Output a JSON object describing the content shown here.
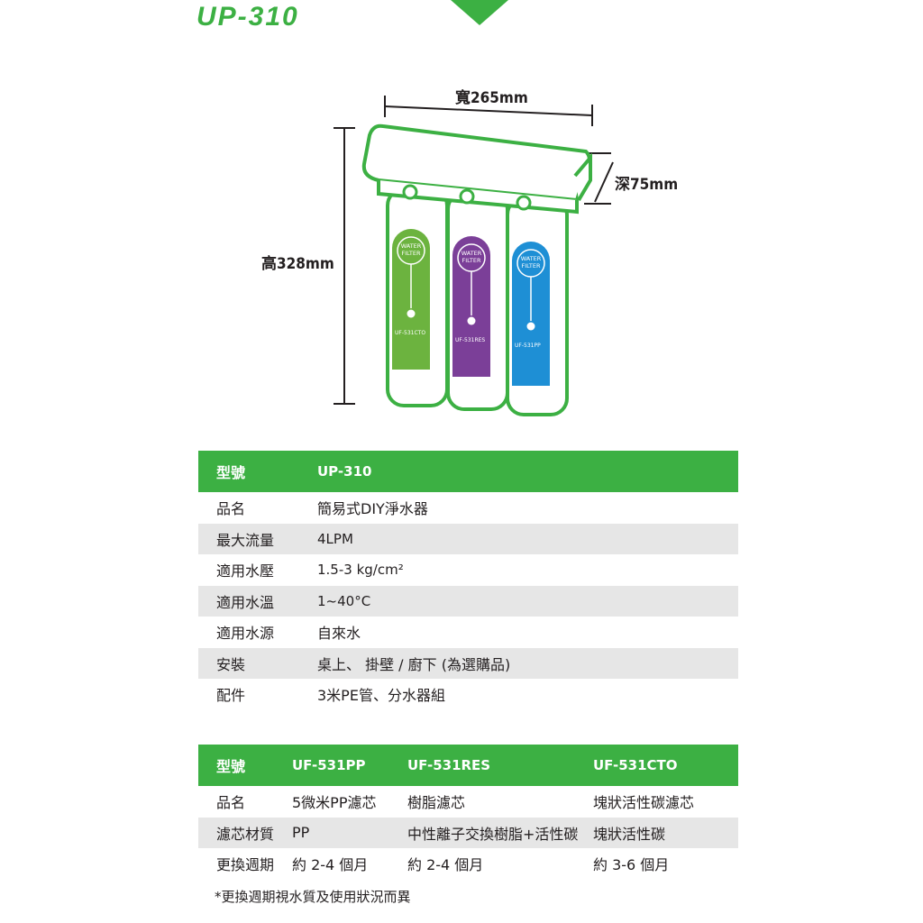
{
  "header": {
    "model_title": "UP-310"
  },
  "dimensions": {
    "width": "寬265mm",
    "height": "高328mm",
    "depth": "深75mm"
  },
  "filters": [
    {
      "line1": "WATER",
      "line2": "FILTER",
      "code": "UF-531CTO",
      "color": "#6cb33f"
    },
    {
      "line1": "WATER",
      "line2": "FILTER",
      "code": "UF-531RES",
      "color": "#7b3f98"
    },
    {
      "line1": "WATER",
      "line2": "FILTER",
      "code": "UF-531PP",
      "color": "#1e8fd5"
    }
  ],
  "spec_table": {
    "header": {
      "label": "型號",
      "value": "UP-310"
    },
    "rows": [
      {
        "label": "品名",
        "value": "簡易式DIY淨水器"
      },
      {
        "label": "最大流量",
        "value": "4LPM"
      },
      {
        "label": "適用水壓",
        "value": "1.5-3 kg/cm²"
      },
      {
        "label": "適用水溫",
        "value": "1~40°C"
      },
      {
        "label": "適用水源",
        "value": "自來水"
      },
      {
        "label": "安裝",
        "value": "桌上、 掛壁 / 廚下 (為選購品)"
      },
      {
        "label": "配件",
        "value": "3米PE管、分水器組"
      }
    ]
  },
  "filter_table": {
    "header": {
      "label": "型號",
      "cols": [
        "UF-531PP",
        "UF-531RES",
        "UF-531CTO"
      ]
    },
    "rows": [
      {
        "label": "品名",
        "cols": [
          "5微米PP濾芯",
          "樹脂濾芯",
          "塊狀活性碳濾芯"
        ]
      },
      {
        "label": "濾芯材質",
        "cols": [
          "PP",
          "中性離子交換樹脂+活性碳",
          "塊狀活性碳"
        ]
      },
      {
        "label": "更換週期",
        "cols": [
          "約 2-4 個月",
          "約 2-4 個月",
          "約 3-6 個月"
        ]
      }
    ]
  },
  "footnote": "*更換週期視水質及使用狀況而異",
  "colors": {
    "accent": "#3cb043",
    "row_alt": "#e6e6e6"
  }
}
